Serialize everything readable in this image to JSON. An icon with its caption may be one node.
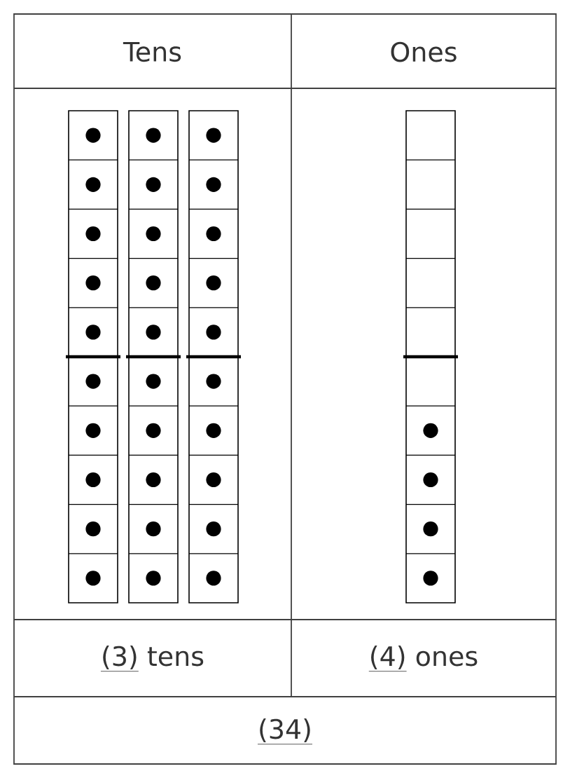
{
  "diagram": {
    "labels": [
      "Tens",
      "Ones",
      "(3)",
      "tens",
      "(4)",
      "ones",
      "(34)"
    ]
  }
}
